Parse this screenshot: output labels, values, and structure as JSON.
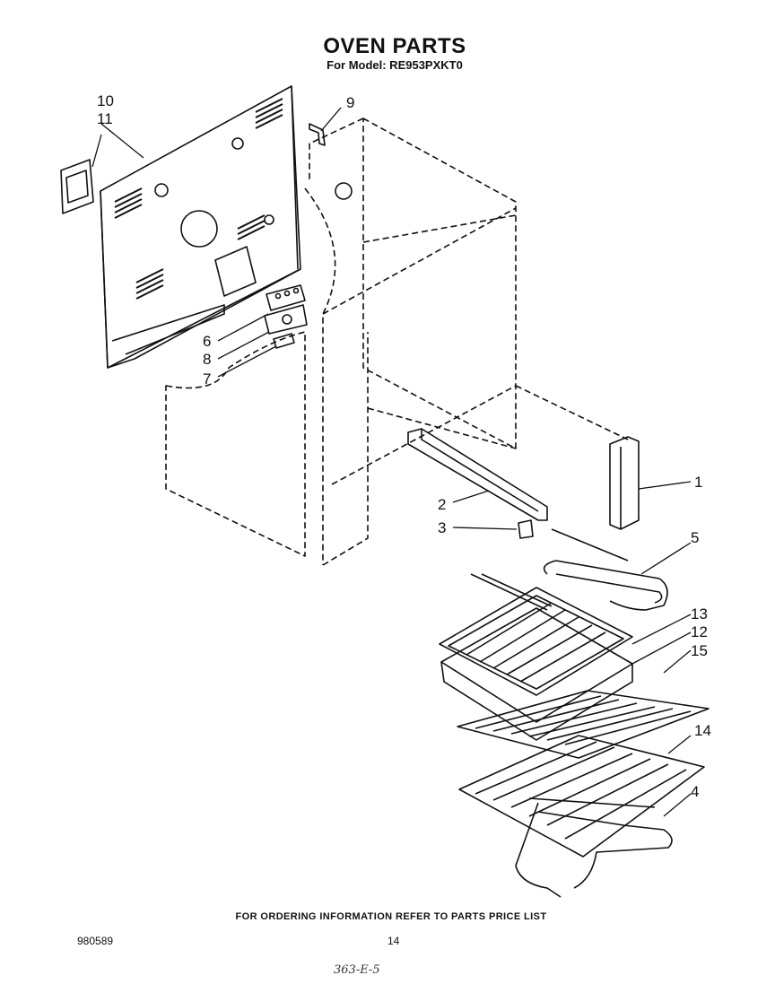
{
  "header": {
    "title": "OVEN PARTS",
    "subtitle": "For Model: RE953PXKT0"
  },
  "callouts": [
    {
      "id": "10",
      "label": "10"
    },
    {
      "id": "11",
      "label": "11"
    },
    {
      "id": "9",
      "label": "9"
    },
    {
      "id": "6",
      "label": "6"
    },
    {
      "id": "8",
      "label": "8"
    },
    {
      "id": "7",
      "label": "7"
    },
    {
      "id": "1",
      "label": "1"
    },
    {
      "id": "2",
      "label": "2"
    },
    {
      "id": "3",
      "label": "3"
    },
    {
      "id": "5",
      "label": "5"
    },
    {
      "id": "13",
      "label": "13"
    },
    {
      "id": "12",
      "label": "12"
    },
    {
      "id": "15",
      "label": "15"
    },
    {
      "id": "14",
      "label": "14"
    },
    {
      "id": "4",
      "label": "4"
    }
  ],
  "footer": {
    "note": "FOR ORDERING INFORMATION REFER TO PARTS PRICE LIST",
    "doc_number": "980589",
    "page_number": "14",
    "handwritten": "363-E-5"
  }
}
